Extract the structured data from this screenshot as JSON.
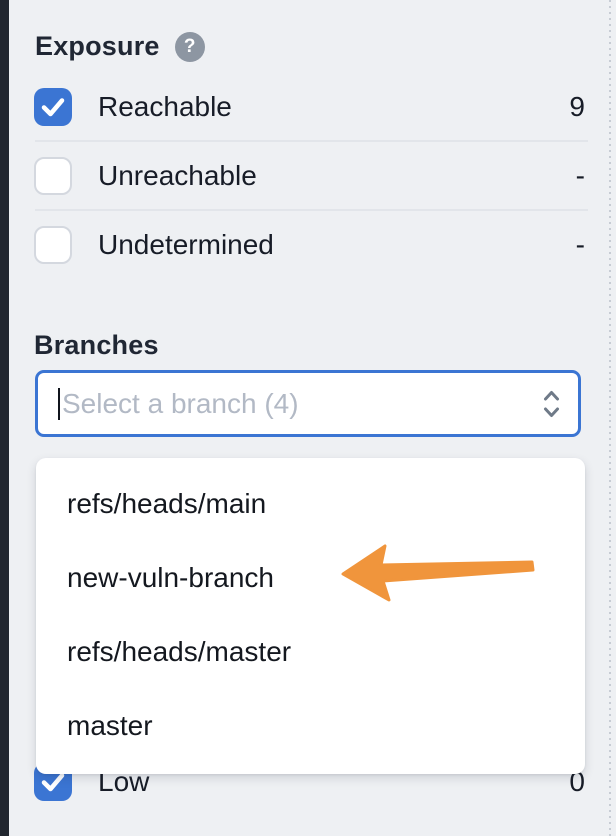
{
  "exposure": {
    "title": "Exposure",
    "help_icon_glyph": "?",
    "items": [
      {
        "label": "Reachable",
        "count": "9",
        "checked": true
      },
      {
        "label": "Unreachable",
        "count": "-",
        "checked": false
      },
      {
        "label": "Undetermined",
        "count": "-",
        "checked": false
      }
    ]
  },
  "branches": {
    "title": "Branches",
    "select": {
      "value": "",
      "placeholder": "Select a branch (4)"
    },
    "options": [
      {
        "label": "refs/heads/main"
      },
      {
        "label": "new-vuln-branch",
        "annotated": true
      },
      {
        "label": "refs/heads/master"
      },
      {
        "label": "master"
      }
    ]
  },
  "severity_partial_row": {
    "label": "Low",
    "count": "0",
    "checked": true
  },
  "annotation": {
    "type": "arrow",
    "points_at": "new-vuln-branch",
    "color": "#f0953c"
  },
  "colors": {
    "accent_blue": "#3b75d3",
    "arrow_orange": "#f0953c",
    "panel_background": "#eef0f3",
    "dark_edge": "#21262f",
    "text": "#171c27",
    "placeholder": "#b2b9c5",
    "help_icon_background": "#8d96a2",
    "divider": "#e2e5ea"
  }
}
